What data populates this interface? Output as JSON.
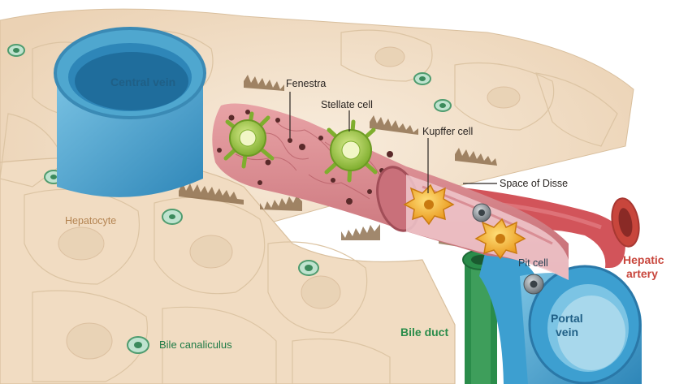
{
  "labels": {
    "central_vein": "Central vein",
    "fenestra": "Fenestra",
    "stellate_cell": "Stellate cell",
    "kupffer_cell": "Kupffer cell",
    "space_of_disse": "Space of Disse",
    "hepatocyte": "Hepatocyte",
    "pit_cell": "Pit cell",
    "hepatic_artery_line1": "Hepatic",
    "hepatic_artery_line2": "artery",
    "portal_vein_line1": "Portal",
    "portal_vein_line2": "vein",
    "bile_duct": "Bile duct",
    "bile_canaliculus": "Bile canaliculus"
  },
  "colors": {
    "hepatocyte": "#f3e2cc",
    "central_vein": "#4fa7cf",
    "sinusoid": "#d9848c",
    "hepatic_artery": "#c8463c",
    "portal_vein": "#3d9fd0",
    "bile_duct": "#2a8c4a",
    "stellate": "#9ac13e",
    "kupffer": "#f0a325"
  }
}
